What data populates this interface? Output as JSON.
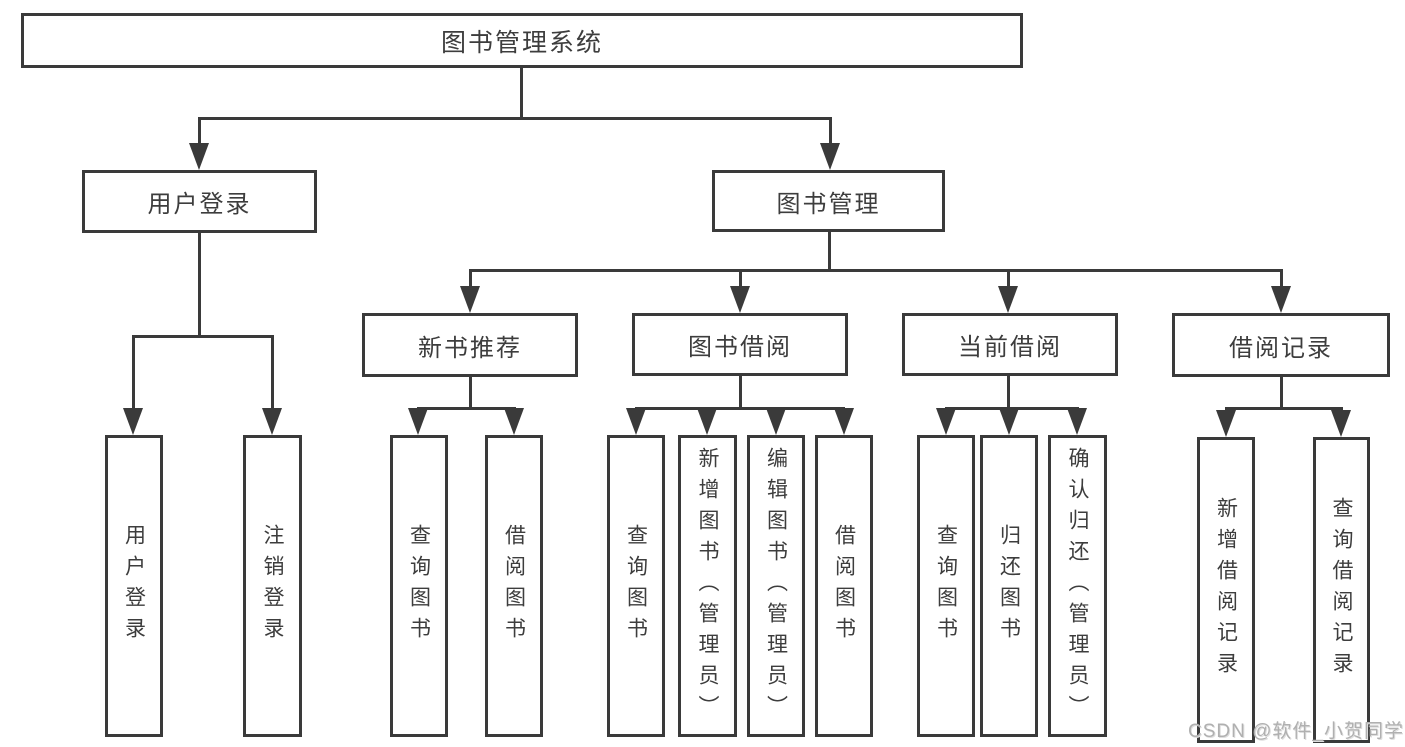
{
  "diagram": {
    "root": {
      "label": "图书管理系统"
    },
    "level2": [
      {
        "label": "用户登录"
      },
      {
        "label": "图书管理"
      }
    ],
    "level3": [
      {
        "label": "新书推荐"
      },
      {
        "label": "图书借阅"
      },
      {
        "label": "当前借阅"
      },
      {
        "label": "借阅记录"
      }
    ],
    "leaves": {
      "user_login": [
        "用户登录",
        "注销登录"
      ],
      "new_book": [
        "查询图书",
        "借阅图书"
      ],
      "book_borrow": [
        "查询图书",
        "新增图书（管理员）",
        "编辑图书（管理员）",
        "借阅图书"
      ],
      "current_borrow": [
        "查询图书",
        "归还图书",
        "确认归还（管理员）"
      ],
      "borrow_record": [
        "新增借阅记录",
        "查询借阅记录"
      ]
    }
  },
  "watermark": "CSDN @软件_小贺同学",
  "colors": {
    "line": "#3a3a3a",
    "text": "#3d3d3d",
    "watermark_text": "#b0b0b0",
    "background": "#ffffff"
  }
}
